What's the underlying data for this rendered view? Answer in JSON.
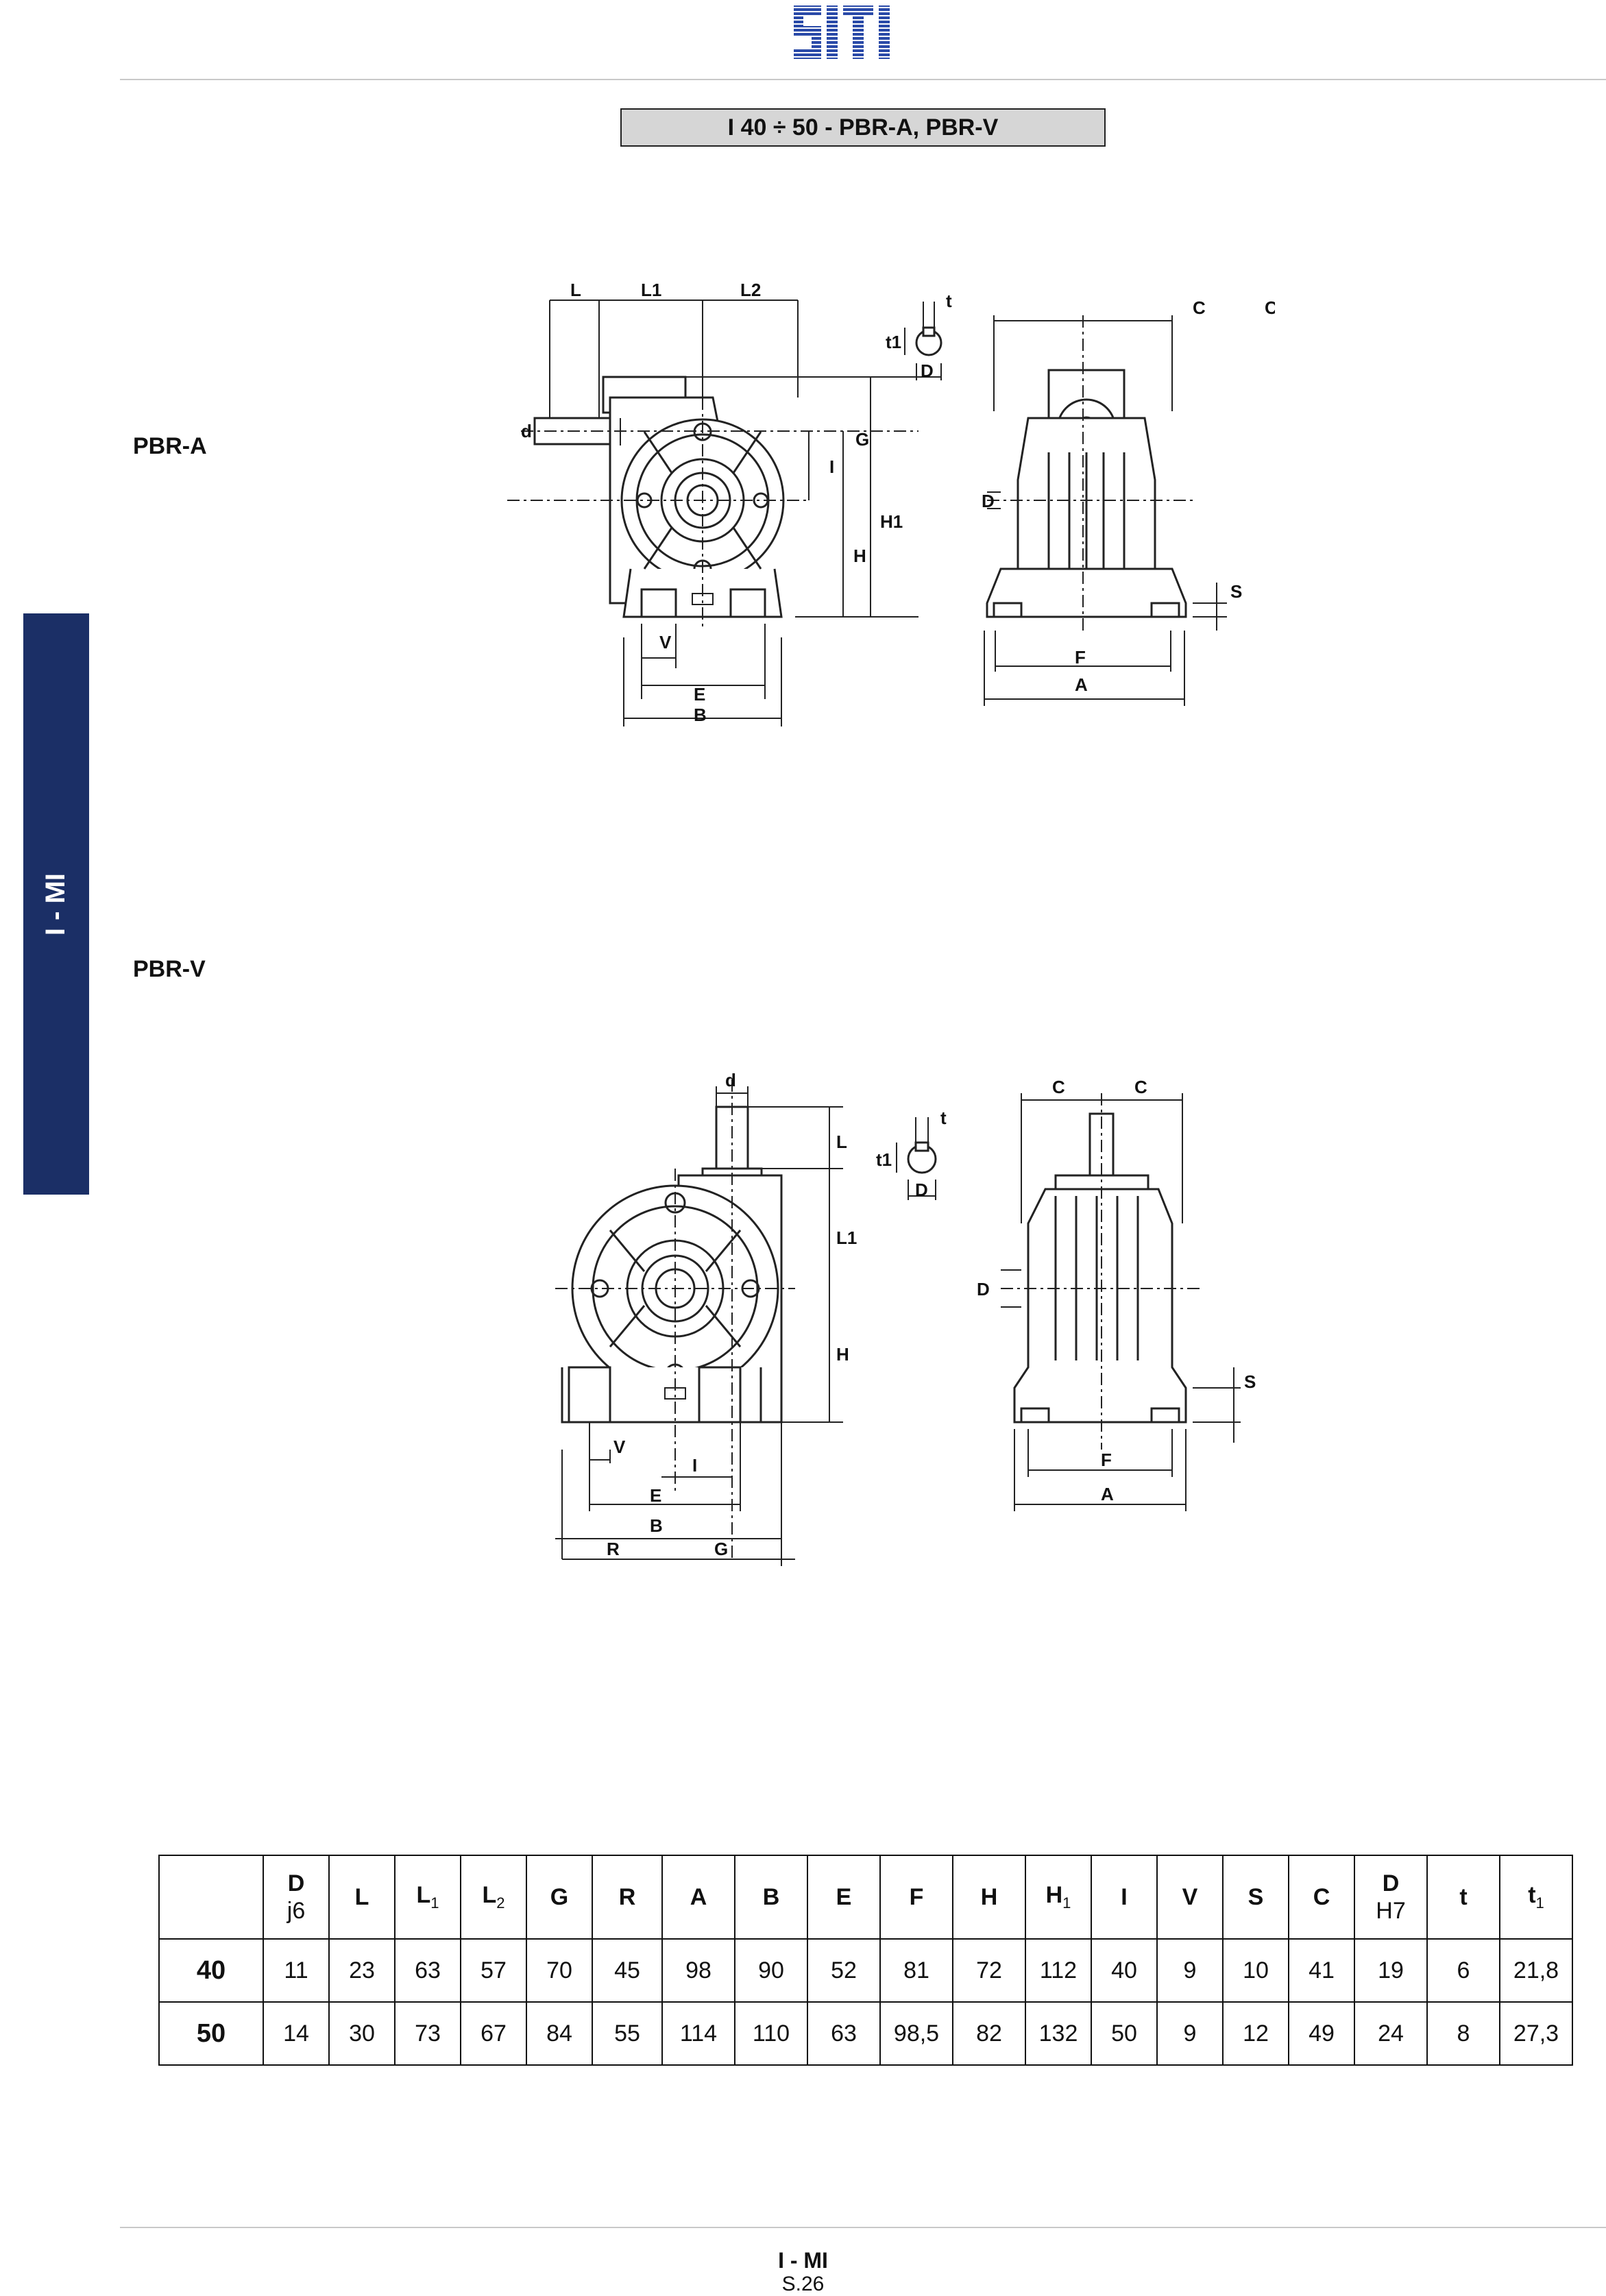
{
  "header": {
    "logo": "SITI"
  },
  "page_title": "I 40 ÷ 50 - PBR-A, PBR-V",
  "side_tab": "I - MI",
  "section_a": {
    "label": "PBR-A",
    "dims": {
      "L": "L",
      "L1": "L1",
      "L2": "L2",
      "t": "t",
      "t1": "t1",
      "D": "D",
      "C": "C",
      "d": "d",
      "G": "G",
      "I": "I",
      "H": "H",
      "H1": "H1",
      "V": "V",
      "E": "E",
      "B": "B",
      "F": "F",
      "A": "A",
      "S": "S"
    }
  },
  "section_v": {
    "label": "PBR-V",
    "dims": {
      "d": "d",
      "L": "L",
      "L1": "L1",
      "H": "H",
      "t": "t",
      "t1": "t1",
      "D": "D",
      "C": "C",
      "V": "V",
      "I": "I",
      "E": "E",
      "B": "B",
      "R": "R",
      "G": "G",
      "F": "F",
      "A": "A",
      "S": "S"
    }
  },
  "table": {
    "headers": [
      {
        "main": "D",
        "sub": "",
        "second": "j6"
      },
      {
        "main": "L",
        "sub": "",
        "second": ""
      },
      {
        "main": "L",
        "sub": "1",
        "second": ""
      },
      {
        "main": "L",
        "sub": "2",
        "second": ""
      },
      {
        "main": "G",
        "sub": "",
        "second": ""
      },
      {
        "main": "R",
        "sub": "",
        "second": ""
      },
      {
        "main": "A",
        "sub": "",
        "second": ""
      },
      {
        "main": "B",
        "sub": "",
        "second": ""
      },
      {
        "main": "E",
        "sub": "",
        "second": ""
      },
      {
        "main": "F",
        "sub": "",
        "second": ""
      },
      {
        "main": "H",
        "sub": "",
        "second": ""
      },
      {
        "main": "H",
        "sub": "1",
        "second": ""
      },
      {
        "main": "I",
        "sub": "",
        "second": ""
      },
      {
        "main": "V",
        "sub": "",
        "second": ""
      },
      {
        "main": "S",
        "sub": "",
        "second": ""
      },
      {
        "main": "C",
        "sub": "",
        "second": ""
      },
      {
        "main": "D",
        "sub": "",
        "second": "H7"
      },
      {
        "main": "t",
        "sub": "",
        "second": ""
      },
      {
        "main": "t",
        "sub": "1",
        "second": ""
      }
    ],
    "rows": [
      {
        "size": "40",
        "values": [
          "11",
          "23",
          "63",
          "57",
          "70",
          "45",
          "98",
          "90",
          "52",
          "81",
          "72",
          "112",
          "40",
          "9",
          "10",
          "41",
          "19",
          "6",
          "21,8"
        ]
      },
      {
        "size": "50",
        "values": [
          "14",
          "30",
          "73",
          "67",
          "84",
          "55",
          "114",
          "110",
          "63",
          "98,5",
          "82",
          "132",
          "50",
          "9",
          "12",
          "49",
          "24",
          "8",
          "27,3"
        ]
      }
    ]
  },
  "footer": {
    "code": "I - MI",
    "page": "S.26"
  },
  "colors": {
    "brand": "#2a4aa8",
    "side_tab": "#1b2f66",
    "title_box": "#d6d6d6"
  }
}
